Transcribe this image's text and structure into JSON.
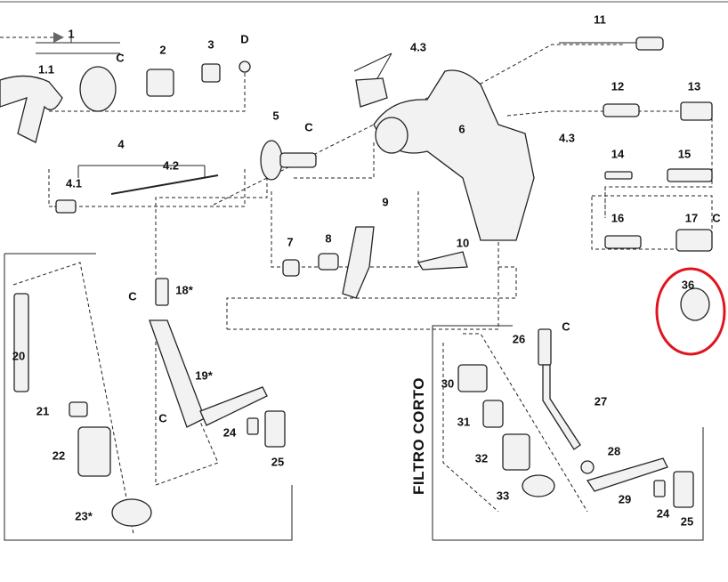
{
  "labels": [
    "1",
    "1.1",
    "C",
    "2",
    "3",
    "D",
    "4",
    "4.1",
    "4.2",
    "5",
    "C",
    "4.3",
    "11",
    "12",
    "13",
    "4.3",
    "6",
    "14",
    "15",
    "9",
    "16",
    "17",
    "C",
    "7",
    "8",
    "10",
    "36",
    "18*",
    "C",
    "20",
    "19*",
    "21",
    "C",
    "24",
    "25",
    "22",
    "23*",
    "26",
    "C",
    "30",
    "27",
    "31",
    "28",
    "32",
    "29",
    "33",
    "24",
    "25"
  ],
  "section_title": "FILTRO CORTO",
  "highlight_color": "#e0141e",
  "highlighted_part": "36"
}
